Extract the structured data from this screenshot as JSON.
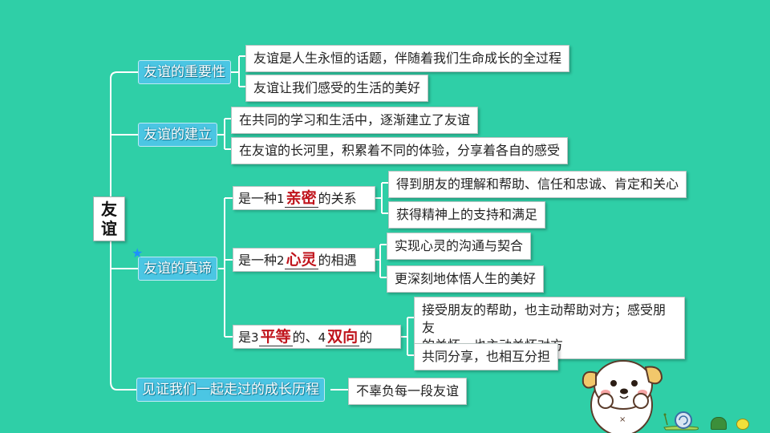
{
  "root": {
    "label_line1": "友",
    "label_line2": "谊"
  },
  "branches": [
    {
      "label": "友谊的重要性",
      "items": [
        "友谊是人生永恒的话题，伴随着我们生命成长的全过程",
        "友谊让我们感受的生活的美好"
      ]
    },
    {
      "label": "友谊的建立",
      "items": [
        "在共同的学习和生活中，逐渐建立了友谊",
        "在友谊的长河里，积累着不同的体验，分享着各自的感受"
      ]
    },
    {
      "label": "友谊的真谛",
      "subs": [
        {
          "pre": "是一种",
          "num": "1",
          "answer": "亲密",
          "post": "的关系",
          "items": [
            "得到朋友的理解和帮助、信任和忠诚、肯定和关心",
            "获得精神上的支持和满足"
          ]
        },
        {
          "pre": "是一种",
          "num": "2",
          "answer": "心灵",
          "post": "的相遇",
          "items": [
            "实现心灵的沟通与契合",
            "更深刻地体悟人生的美好"
          ]
        },
        {
          "pre": "是",
          "num": "3",
          "answer": "平等",
          "mid": "的、",
          "num2": "4",
          "answer2": "双向",
          "post": "的",
          "items": [
            "接受朋友的帮助，也主动帮助对方；感受朋友",
            "的关怀，也主动关怀对方",
            "共同分享，也相互分担"
          ]
        }
      ]
    },
    {
      "label": "见证我们一起走过的成长历程",
      "items": [
        "不辜负每一段友谊"
      ]
    }
  ],
  "colors": {
    "background": "#2fcfa7",
    "branch": "#4bc6e3",
    "answer": "#c0141c",
    "line": "#ffffff"
  },
  "decorations": [
    "puppy-illustration",
    "snail-icon",
    "star-icon"
  ]
}
